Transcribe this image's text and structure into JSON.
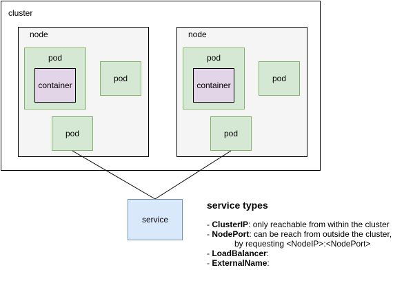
{
  "cluster": {
    "label": "cluster"
  },
  "nodes": [
    {
      "label": "node",
      "pod_with_container": {
        "label": "pod",
        "container_label": "container"
      },
      "pod_right": {
        "label": "pod"
      },
      "pod_bottom": {
        "label": "pod"
      }
    },
    {
      "label": "node",
      "pod_with_container": {
        "label": "pod",
        "container_label": "container"
      },
      "pod_right": {
        "label": "pod"
      },
      "pod_bottom": {
        "label": "pod"
      }
    }
  ],
  "service": {
    "label": "service"
  },
  "service_types": {
    "title": "service types",
    "items": [
      {
        "prefix": "- ",
        "name": "ClusterIP",
        "desc": ": only reachable from within the cluster"
      },
      {
        "prefix": "- ",
        "name": "NodePort",
        "desc": ": can be reach from outside the cluster,",
        "continuation": "by requesting <NodeIP>:<NodePort>"
      },
      {
        "prefix": "- ",
        "name": "LoadBalancer",
        "desc": ":"
      },
      {
        "prefix": "- ",
        "name": "ExternalName",
        "desc": ":"
      }
    ]
  },
  "colors": {
    "pod_fill": "#d5e8d4",
    "pod_stroke": "#82b366",
    "container_fill": "#e1d5e7",
    "service_fill": "#dae8fc",
    "service_stroke": "#6c8ebf",
    "node_fill": "#f5f5f5"
  }
}
